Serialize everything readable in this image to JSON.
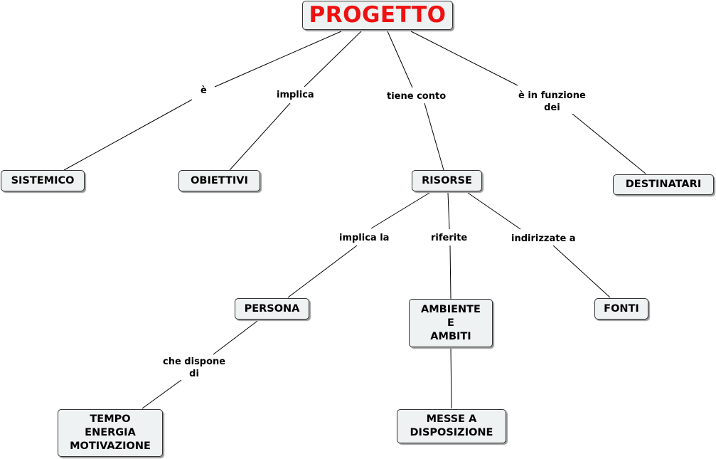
{
  "nodes": {
    "progetto": "PROGETTO",
    "sistemico": "SISTEMICO",
    "obiettivi": "OBIETTIVI",
    "risorse": "RISORSE",
    "destinatari": "DESTINATARI",
    "persona": "PERSONA",
    "ambiente": "AMBIENTE\nE\nAMBITI",
    "fonti": "FONTI",
    "tempo": "TEMPO\nENERGIA\nMOTIVAZIONE",
    "messe": "MESSE A\nDISPOSIZIONE"
  },
  "links": {
    "e": "è",
    "implica": "implica",
    "tiene_conto": "tiene conto",
    "in_funzione": "è in funzione\ndei",
    "implica_la": "implica la",
    "riferite": "riferite",
    "indirizzate": "indirizzate a",
    "che_dispone": "che dispone\ndi"
  },
  "colors": {
    "root_text": "#ee1111",
    "node_fill": "#eef2f2",
    "border": "#333333"
  }
}
